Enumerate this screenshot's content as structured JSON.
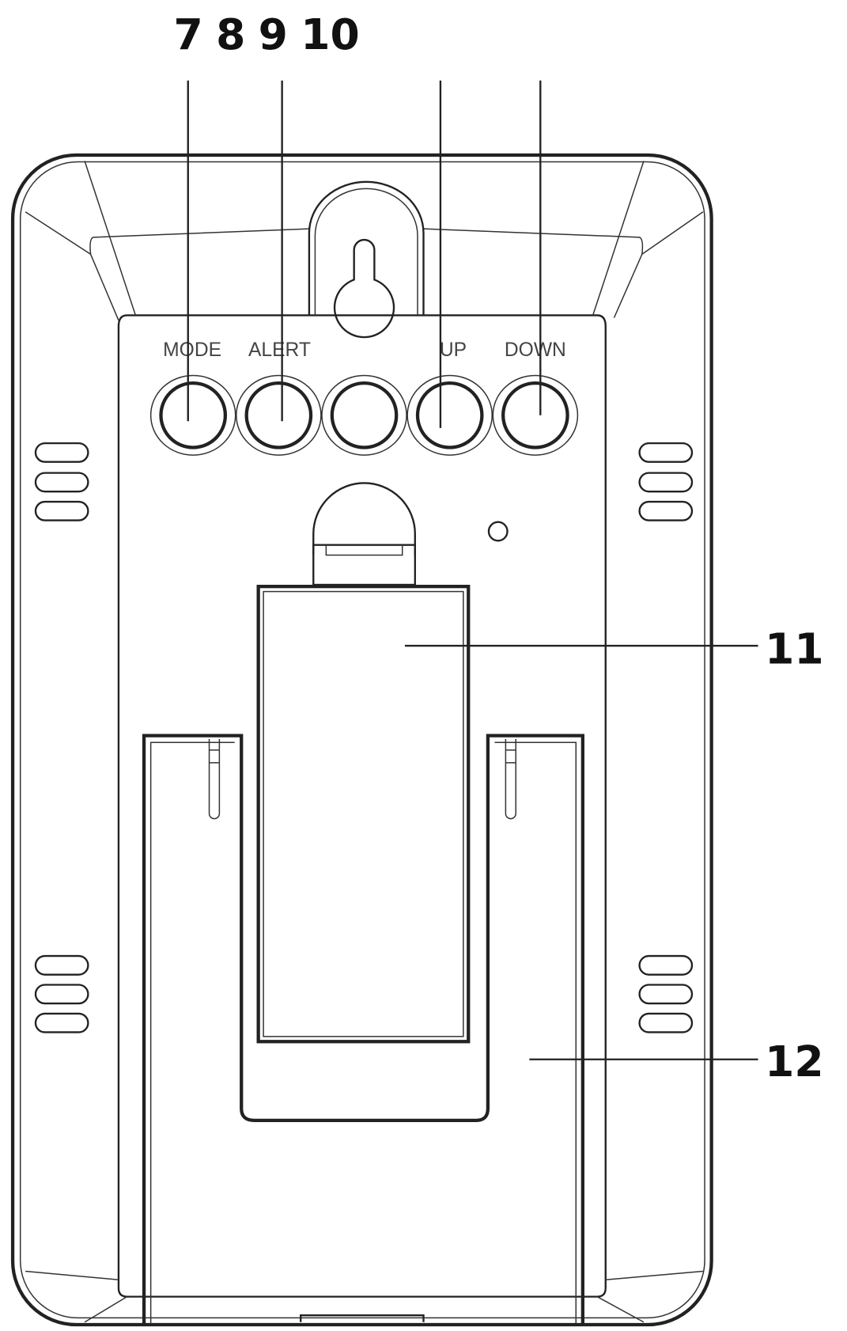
{
  "callouts": {
    "top": [
      "7",
      "8",
      "9",
      "10"
    ],
    "battery_door": "11",
    "stand": "12"
  },
  "buttons": [
    {
      "label": "MODE"
    },
    {
      "label": "ALERT"
    },
    {
      "label": ""
    },
    {
      "label": "UP"
    },
    {
      "label": "DOWN"
    }
  ]
}
